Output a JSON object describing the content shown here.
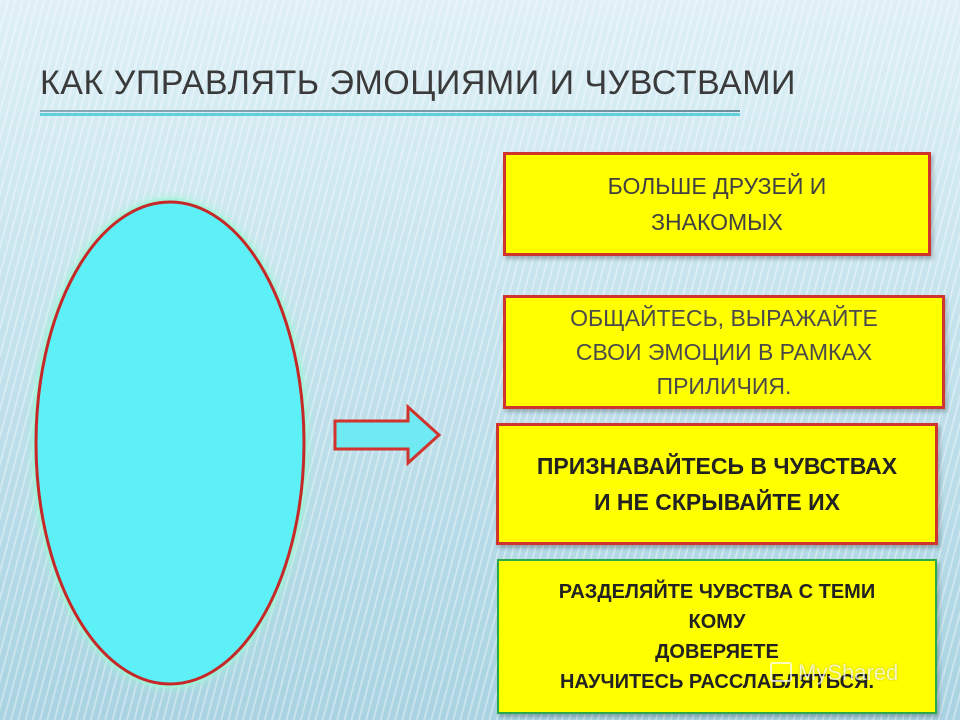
{
  "slide": {
    "title": "КАК УПРАВЛЯТЬ ЭМОЦИЯМИ И ЧУВСТВАМИ",
    "boxes": [
      {
        "lines": [
          "БОЛЬШЕ ДРУЗЕЙ И",
          "ЗНАКОМЫХ"
        ]
      },
      {
        "lines": [
          "ОБЩАЙТЕСЬ, ВЫРАЖАЙТЕ",
          "СВОИ ЭМОЦИИ В РАМКАХ",
          "ПРИЛИЧИЯ."
        ]
      },
      {
        "lines": [
          "ПРИЗНАВАЙТЕСЬ В ЧУВСТВАХ",
          "И НЕ СКРЫВАЙТЕ ИХ"
        ]
      },
      {
        "lines": [
          "РАЗДЕЛЯЙТЕ ЧУВСТВА С ТЕМИ",
          "КОМУ",
          "ДОВЕРЯЕТЕ",
          "НАУЧИТЕСЬ РАССЛАБЛЯТЬСЯ."
        ]
      }
    ]
  },
  "watermark": {
    "text": "MyShared"
  },
  "colors": {
    "box_fill": "#ffff00",
    "box_border": "#d0342c",
    "box4_border": "#2aa84a",
    "ellipse_fill": "#5ef0f7",
    "ellipse_border": "#c62828",
    "arrow_fill": "#6fe9f2",
    "arrow_border": "#d0342c"
  }
}
